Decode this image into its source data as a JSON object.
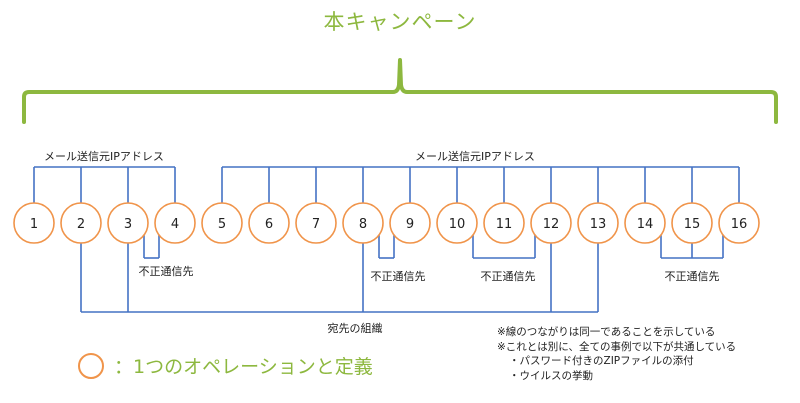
{
  "title": "本キャンペーン",
  "colors": {
    "accent_green": "#8DB83F",
    "node_orange": "#F0944A",
    "line_blue": "#4472C4",
    "text": "#222222"
  },
  "nodes": [
    "1",
    "2",
    "3",
    "4",
    "5",
    "6",
    "7",
    "8",
    "9",
    "10",
    "11",
    "12",
    "13",
    "14",
    "15",
    "16"
  ],
  "ip_groups": [
    {
      "label": "メール送信元IPアドレス",
      "members": [
        1,
        2,
        3,
        4
      ]
    },
    {
      "label": "メール送信元IPアドレス",
      "members": [
        5,
        6,
        7,
        8,
        9,
        10,
        11,
        12,
        13,
        14,
        15,
        16
      ]
    }
  ],
  "fraud_groups": [
    {
      "label": "不正通信先",
      "members": [
        3,
        4
      ]
    },
    {
      "label": "不正通信先",
      "members": [
        8,
        9
      ]
    },
    {
      "label": "不正通信先",
      "members": [
        10,
        12
      ]
    },
    {
      "label": "不正通信先",
      "members": [
        14,
        15,
        16
      ]
    }
  ],
  "org_group": {
    "label": "宛先の組織",
    "members": [
      2,
      3,
      8,
      12,
      13
    ]
  },
  "notes": [
    "※線のつながりは同一であることを示している",
    "※これとは別に、全ての事例で以下が共通している"
  ],
  "common_items": [
    "・パスワード付きのZIPファイルの添付",
    "・ウイルスの挙動"
  ],
  "legend": {
    "icon": "circle-icon",
    "label": "：1つのオペレーションと定義"
  }
}
